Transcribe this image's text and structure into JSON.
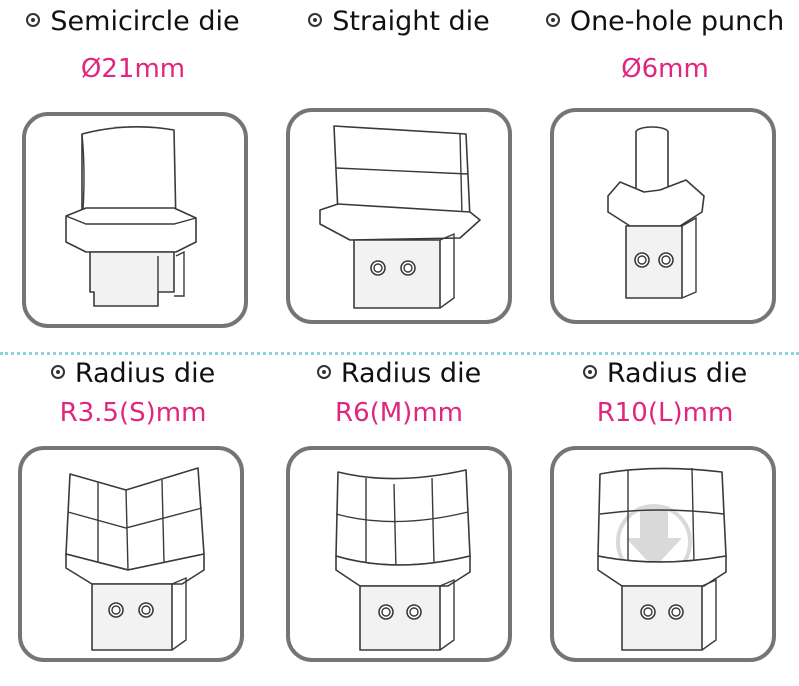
{
  "cells": [
    {
      "title": "Semicircle die",
      "sub": "Ø21mm"
    },
    {
      "title": "Straight die",
      "sub": ""
    },
    {
      "title": "One-hole punch",
      "sub": "Ø6mm"
    },
    {
      "title": "Radius die",
      "sub": "R3.5(S)mm"
    },
    {
      "title": "Radius die",
      "sub": "R6(M)mm"
    },
    {
      "title": "Radius die",
      "sub": "R10(L)mm"
    }
  ],
  "icons": {
    "bullet": "double-circle-bullet-icon",
    "watermark": "download-arrow-watermark-icon"
  },
  "colors": {
    "title_text": "#111111",
    "size_text": "#e0267e",
    "frame_border": "#757575",
    "divider": "#8fd3da"
  }
}
